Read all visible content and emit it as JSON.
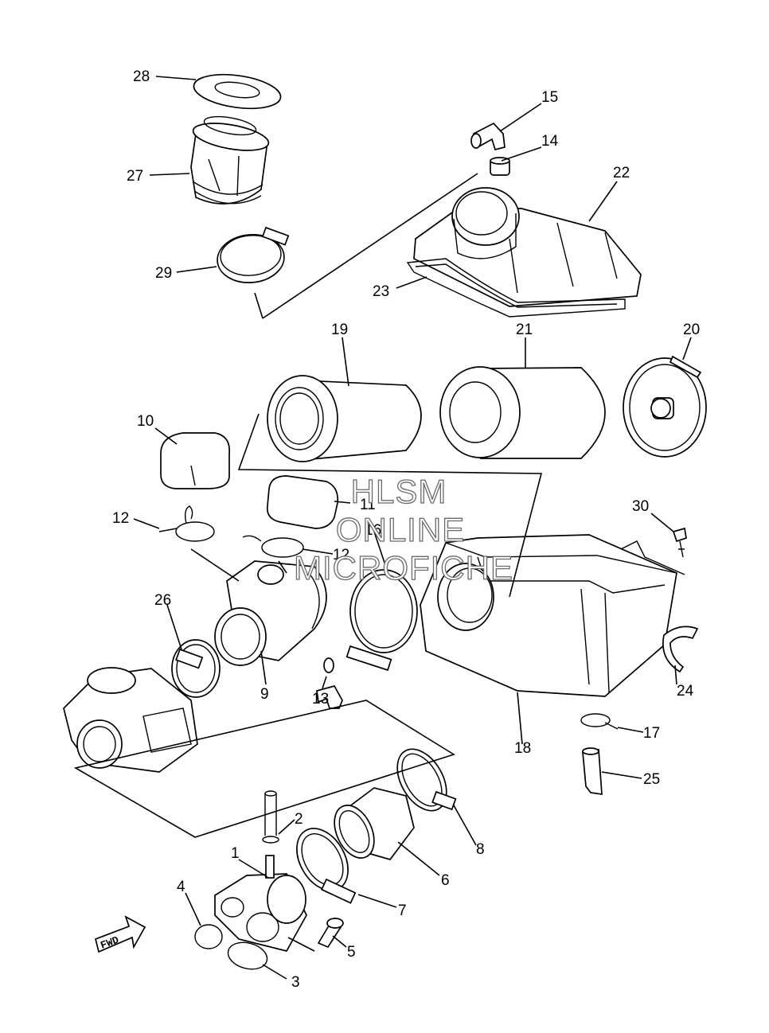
{
  "watermark": {
    "line1": "HLSM",
    "line2": "ONLINE",
    "line3": "MICROFICHE"
  },
  "fwd_label": "FWD",
  "labels": {
    "l1": "1",
    "l2": "2",
    "l3": "3",
    "l4": "4",
    "l5": "5",
    "l6": "6",
    "l7": "7",
    "l8": "8",
    "l9": "9",
    "l10": "10",
    "l11": "11",
    "l12a": "12",
    "l12b": "12",
    "l13": "13",
    "l14": "14",
    "l15": "15",
    "l16": "16",
    "l17": "17",
    "l18": "18",
    "l19": "19",
    "l20": "20",
    "l21": "21",
    "l22": "22",
    "l23": "23",
    "l24": "24",
    "l25": "25",
    "l26": "26",
    "l27": "27",
    "l28": "28",
    "l29": "29",
    "l30": "30"
  }
}
